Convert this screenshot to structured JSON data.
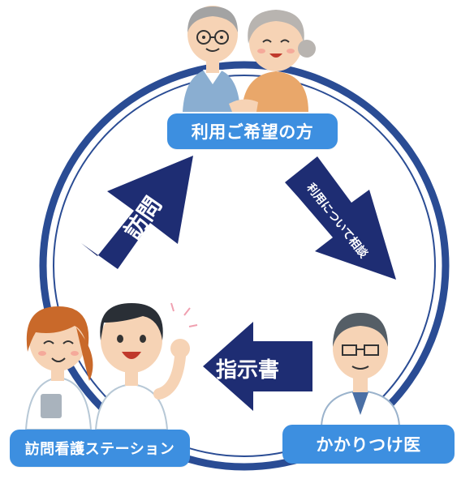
{
  "labels": {
    "patient": "利用ご希望の方",
    "doctor": "かかりつけ医",
    "station": "訪問看護ステーション"
  },
  "arrows": {
    "visit": "訪問",
    "consult": "利用について相談",
    "order": "指示書"
  },
  "colors": {
    "ring": "#2a4c94",
    "arrow": "#1e2d73",
    "label_bg": "#3d8fe0",
    "label_text": "#ffffff"
  },
  "icons": {
    "elderly_man": "elderly-man-icon",
    "elderly_woman": "elderly-woman-icon",
    "doctor": "doctor-icon",
    "nurse": "nurse-icon",
    "boy": "boy-icon"
  }
}
